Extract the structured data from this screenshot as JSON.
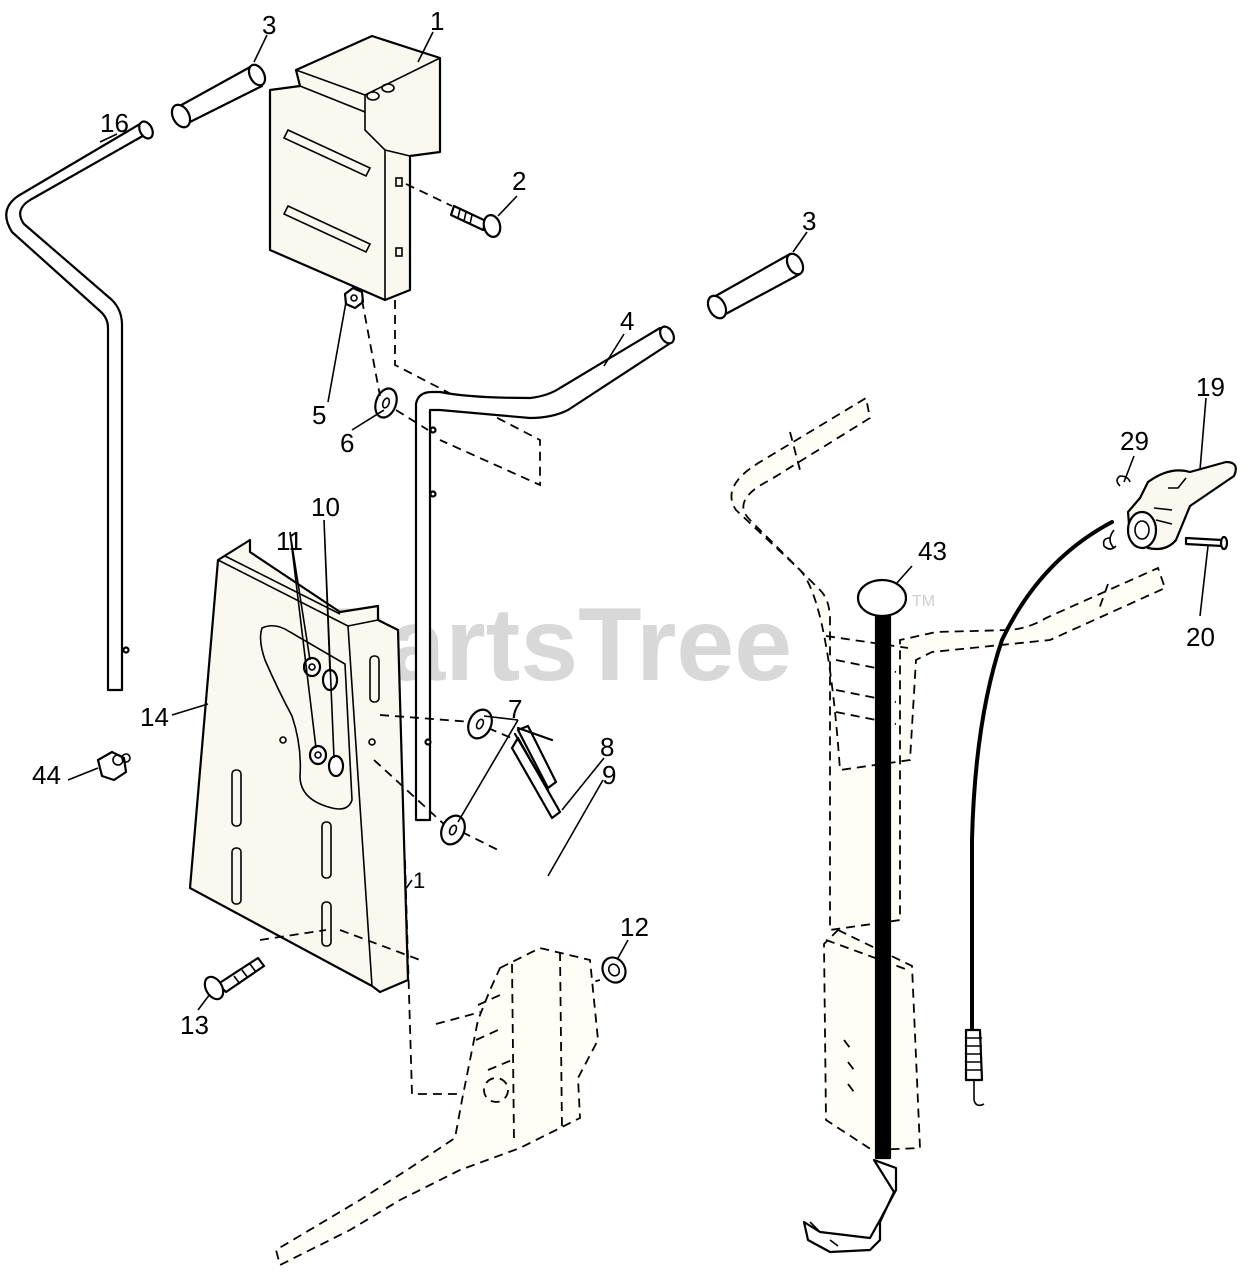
{
  "watermark": {
    "text": "PartsTree",
    "trademark": "TM"
  },
  "callouts": [
    {
      "id": "c1",
      "label": "1"
    },
    {
      "id": "c1b",
      "label": "1"
    },
    {
      "id": "c2",
      "label": "2"
    },
    {
      "id": "c3a",
      "label": "3"
    },
    {
      "id": "c3b",
      "label": "3"
    },
    {
      "id": "c4",
      "label": "4"
    },
    {
      "id": "c5",
      "label": "5"
    },
    {
      "id": "c6",
      "label": "6"
    },
    {
      "id": "c7",
      "label": "7"
    },
    {
      "id": "c8",
      "label": "8"
    },
    {
      "id": "c9",
      "label": "9"
    },
    {
      "id": "c10",
      "label": "10"
    },
    {
      "id": "c11",
      "label": "11"
    },
    {
      "id": "c12",
      "label": "12"
    },
    {
      "id": "c13",
      "label": "13"
    },
    {
      "id": "c14",
      "label": "14"
    },
    {
      "id": "c16",
      "label": "16"
    },
    {
      "id": "c19",
      "label": "19"
    },
    {
      "id": "c20",
      "label": "20"
    },
    {
      "id": "c29",
      "label": "29"
    },
    {
      "id": "c43",
      "label": "43"
    },
    {
      "id": "c44",
      "label": "44"
    }
  ]
}
